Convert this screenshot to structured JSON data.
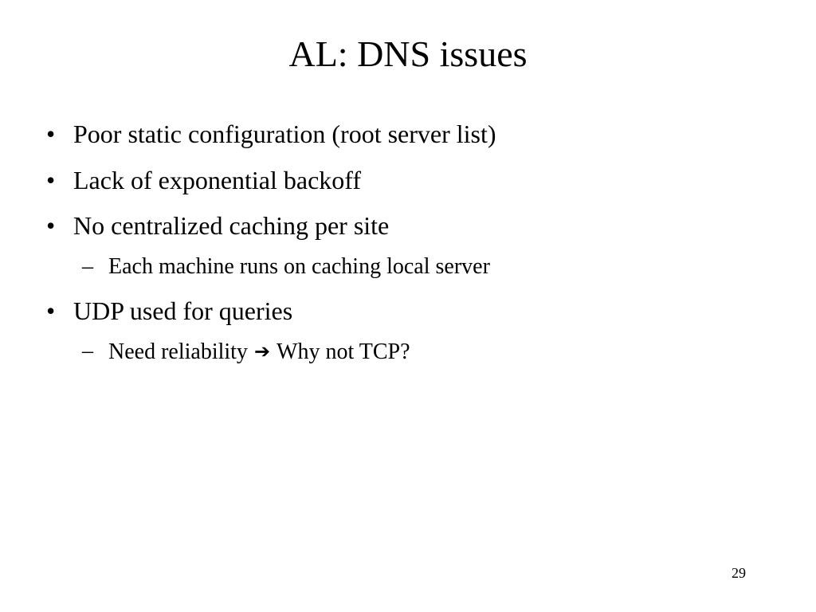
{
  "slide": {
    "title": "AL: DNS issues",
    "bullets": [
      {
        "marker": "•",
        "text": "Poor static configuration (root server list)"
      },
      {
        "marker": "•",
        "text": "Lack of exponential backoff"
      },
      {
        "marker": "•",
        "text": "No centralized caching per site"
      },
      {
        "marker": "–",
        "text": "Each machine runs on caching local server"
      },
      {
        "marker": "•",
        "text": "UDP used for queries"
      },
      {
        "marker": "–",
        "text_before": "Need reliability",
        "arrow": "➔",
        "text_after": "Why not TCP?"
      }
    ],
    "page_number": "29"
  },
  "icons": {
    "bullet_arrow": "right-arrow-icon"
  },
  "colors": {
    "background": "#ffffff",
    "text": "#000000"
  }
}
